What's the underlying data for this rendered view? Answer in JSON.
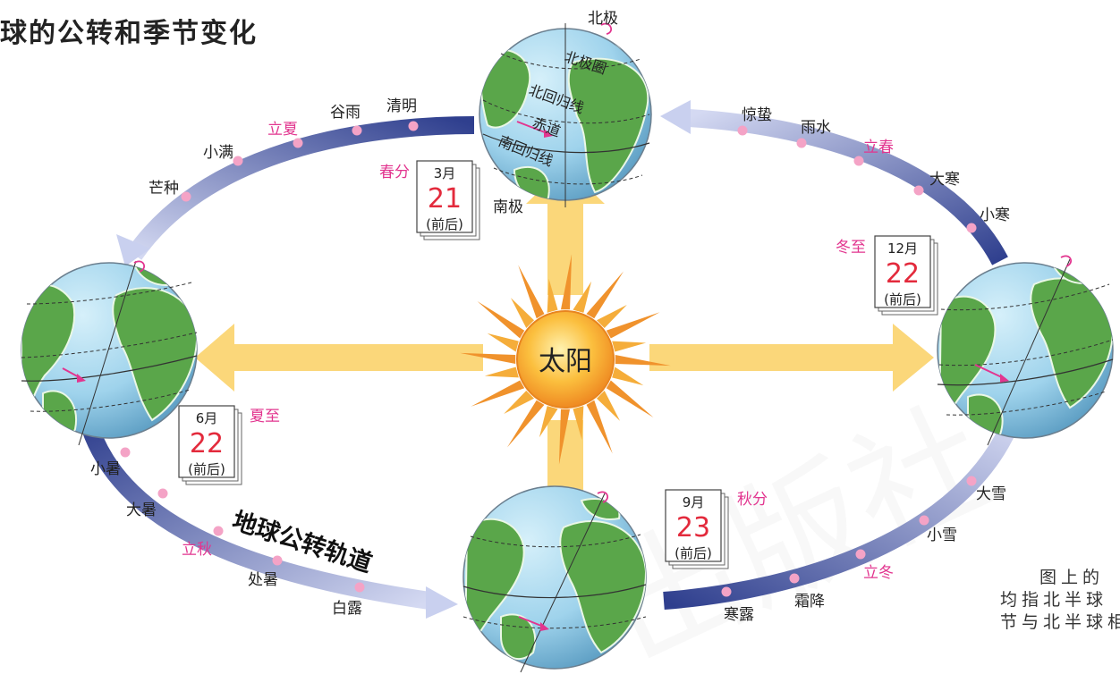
{
  "title": "球的公转和季节变化",
  "sun_label": "太阳",
  "orbit_label": "地球公转轨道",
  "globe_labels": {
    "north_pole": "北极",
    "arctic_circle": "北极圈",
    "tropic_cancer": "北回归线",
    "equator": "赤道",
    "tropic_capricorn": "南回归线",
    "south_pole": "南极"
  },
  "key_dates": [
    {
      "name": "春分",
      "month": "3月",
      "day": "21",
      "approx": "(前后)"
    },
    {
      "name": "夏至",
      "month": "6月",
      "day": "22",
      "approx": "(前后)"
    },
    {
      "name": "秋分",
      "month": "9月",
      "day": "23",
      "approx": "(前后)"
    },
    {
      "name": "冬至",
      "month": "12月",
      "day": "22",
      "approx": "(前后)"
    }
  ],
  "solar_terms": {
    "black": [
      "清明",
      "谷雨",
      "小满",
      "芒种",
      "小暑",
      "大暑",
      "处暑",
      "白露",
      "寒露",
      "霜降",
      "小雪",
      "大雪",
      "小寒",
      "大寒",
      "雨水",
      "惊蛰"
    ],
    "magenta": [
      "立夏",
      "立秋",
      "立冬",
      "立春"
    ]
  },
  "note_lines": [
    "图上的",
    "均指北半球",
    "节与北半球相"
  ],
  "colors": {
    "ocean": "#a7d8ef",
    "land": "#5aa64a",
    "orbit_dark": "#2f3f8e",
    "orbit_light": "#c9d0ef",
    "arrow": "#fbd77a",
    "sun": "#f29a2e",
    "term_dot": "#f4a3c6",
    "season_red": "#e32a3c",
    "season_magenta": "#e2358f"
  }
}
